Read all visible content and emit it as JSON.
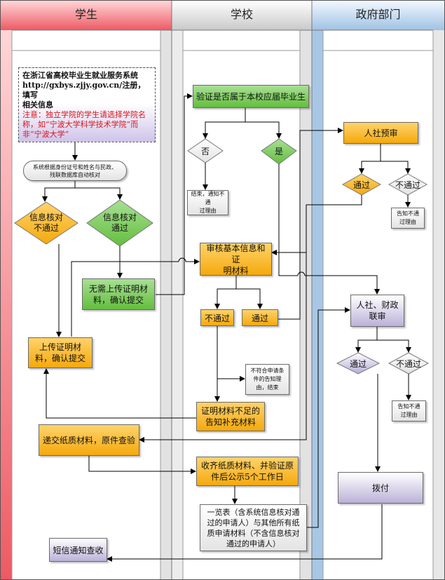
{
  "lanes": {
    "student": "学生",
    "school": "学校",
    "government": "政府部门"
  },
  "colors": {
    "student_lane": "#f47e84",
    "school_lane": "#d7d7d7",
    "government_lane": "#a9c9e6",
    "orange": "#f5a90d",
    "green": "#63be3e",
    "purple": "#bbb2d8",
    "arrow": "#000000",
    "note_red": "#d8131c"
  },
  "nodes": {
    "register_note_line1": "在浙江省高校毕业生就业服务系统",
    "register_note_line2": "http://gxbys.zjjy.gov.cn/注册，填写",
    "register_note_line3": "相关信息",
    "register_note_red": "注意：独立学院的学生请选择学院名称，如“宁波大学科学技术学院”而非“宁波大学”",
    "auto_check": "系统根据身份证号和姓名与民政、\n残联数据库自动核对",
    "check_fail": "信息核对\n不通过",
    "check_pass": "信息核对\n通过",
    "no_upload": "无需上传证明材\n料，确认提交",
    "upload_proof": "上传证明材\n料，确认提交",
    "submit_paper": "递交纸质材料，原件查验",
    "sms_notice": "短信通知查收",
    "verify_graduate": "验证是否属于本校应届毕业生",
    "no": "否",
    "yes": "是",
    "end_notify": "结束，通知不通\n过理由",
    "review_basic": "审核基本信息和证\n明材料",
    "review_fail": "不通过",
    "review_pass": "通过",
    "ineligible_notice": "不符合申请条\n件的告知理\n由，结束",
    "insufficient_notice": "证明材料不足的\n告知补充材料",
    "collect_paper": "收齐纸质材料、并验证原\n件后公示5个工作日",
    "summary_list": "一览表（含系统信息核对通\n过的申请人）与其他所有纸\n质申请材料（不含信息核对\n通过的申请人）",
    "hr_pre_review": "人社预审",
    "pre_pass": "通过",
    "pre_fail": "不通过",
    "pre_fail_notice": "告知不通\n过理由",
    "joint_review": "人社、财政\n联审",
    "joint_pass": "通过",
    "joint_fail": "不通过",
    "joint_fail_notice": "告知不通\n过理由",
    "payment": "拨付"
  }
}
